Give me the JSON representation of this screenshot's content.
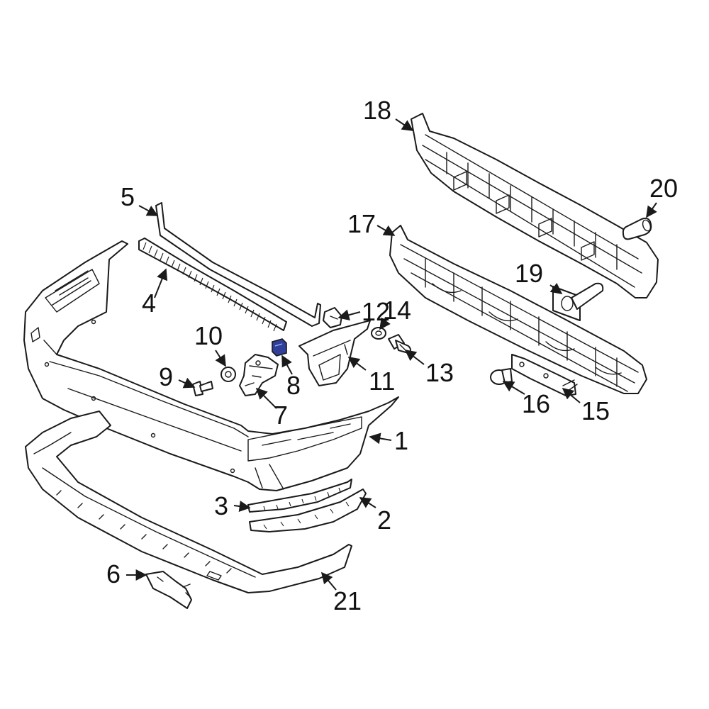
{
  "colors": {
    "line": "#1a1a1a",
    "highlight": "#2f3f9a",
    "background": "#ffffff"
  },
  "highlighted_part": "8",
  "callouts": {
    "c1": "1",
    "c2": "2",
    "c3": "3",
    "c4": "4",
    "c5": "5",
    "c6": "6",
    "c7": "7",
    "c8": "8",
    "c9": "9",
    "c10": "10",
    "c11": "11",
    "c12": "12",
    "c13": "13",
    "c14": "14",
    "c15": "15",
    "c16": "16",
    "c17": "17",
    "c18": "18",
    "c19": "19",
    "c20": "20",
    "c21": "21"
  }
}
